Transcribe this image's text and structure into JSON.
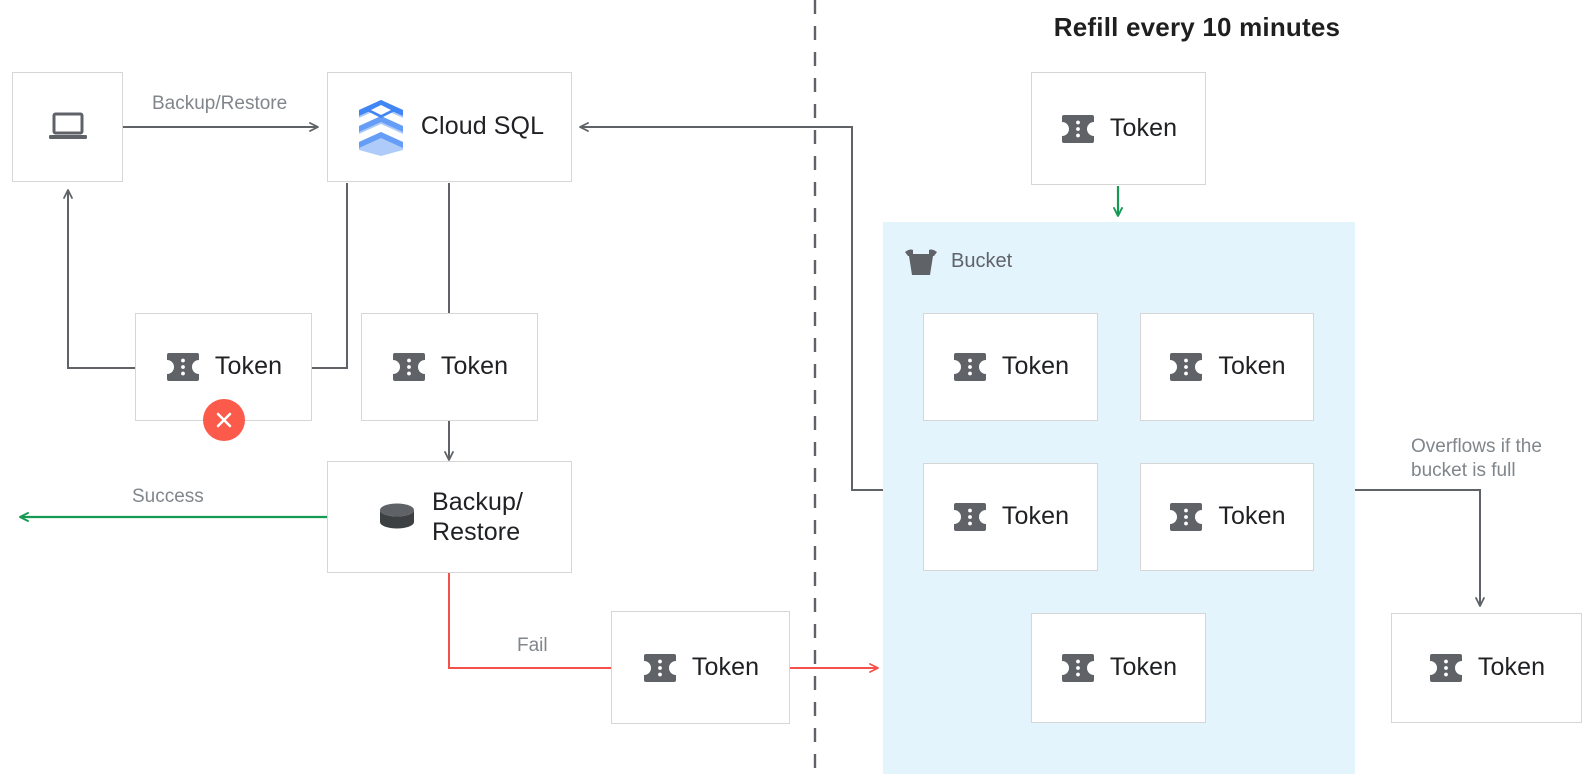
{
  "title": "Refill every 10 minutes",
  "colors": {
    "accent_blue": "#4285f4",
    "bucket_fill": "#e3f4fd",
    "success_green": "#149a53",
    "fail_red": "#f4514a",
    "badge_red": "#fc5a4b",
    "connector_gray": "#5f6368",
    "box_border": "#d6d6d6",
    "icon_gray": "#5f6368",
    "label_gray": "#80868b"
  },
  "client_side": {
    "laptop_node": {
      "icon": "laptop-icon",
      "label": ""
    },
    "cloud_sql_node": {
      "icon": "cloud-sql-icon",
      "label": "Cloud SQL"
    },
    "failed_token_node": {
      "icon": "token-icon",
      "label": "Token",
      "badge": "error-x-badge"
    },
    "consumed_token_node": {
      "icon": "token-icon",
      "label": "Token"
    },
    "backup_restore_node": {
      "icon": "database-icon",
      "label": "Backup/\nRestore"
    },
    "fail_token_node": {
      "icon": "token-icon",
      "label": "Token"
    }
  },
  "edges": {
    "backup_restore_label": "Backup/Restore",
    "success_label": "Success",
    "fail_label": "Fail",
    "overflow_label": "Overflows if the\nbucket is full"
  },
  "bucket": {
    "header_icon": "bucket-icon",
    "header_label": "Bucket",
    "tokens": [
      {
        "label": "Token",
        "icon": "token-icon"
      },
      {
        "label": "Token",
        "icon": "token-icon"
      },
      {
        "label": "Token",
        "icon": "token-icon"
      },
      {
        "label": "Token",
        "icon": "token-icon"
      },
      {
        "label": "Token",
        "icon": "token-icon"
      }
    ]
  },
  "refill": {
    "token_node": {
      "icon": "token-icon",
      "label": "Token"
    }
  },
  "overflow": {
    "token_node": {
      "icon": "token-icon",
      "label": "Token"
    }
  },
  "diagram_data": {
    "type": "diagram",
    "topic": "Token bucket rate limiting for Cloud SQL backup/restore",
    "nodes": [
      "laptop",
      "Cloud SQL",
      "Token (failed)",
      "Token (consumed)",
      "Backup/Restore",
      "Token (fail path)",
      "Bucket",
      "Token (refill)",
      "Token (overflow)",
      "Token x5 in bucket"
    ],
    "links": [
      {
        "from": "laptop",
        "to": "Cloud SQL",
        "label": "Backup/Restore",
        "color": "gray"
      },
      {
        "from": "Cloud SQL",
        "to": "Token (failed)",
        "label": "",
        "color": "gray"
      },
      {
        "from": "Token (failed)",
        "to": "laptop",
        "label": "",
        "color": "gray"
      },
      {
        "from": "Cloud SQL",
        "to": "Backup/Restore",
        "label": "",
        "color": "gray"
      },
      {
        "from": "Backup/Restore",
        "to": "Success",
        "label": "Success",
        "color": "green"
      },
      {
        "from": "Backup/Restore",
        "to": "Token (fail path)",
        "label": "Fail",
        "color": "red"
      },
      {
        "from": "Token (fail path)",
        "to": "Bucket",
        "label": "",
        "color": "red"
      },
      {
        "from": "Bucket",
        "to": "Cloud SQL",
        "label": "",
        "color": "gray"
      },
      {
        "from": "Token (refill)",
        "to": "Bucket",
        "label": "",
        "color": "green"
      },
      {
        "from": "Bucket",
        "to": "Token (overflow)",
        "label": "Overflows if the bucket is full",
        "color": "gray"
      }
    ],
    "divider": "dashed vertical boundary between client side and bucket side"
  }
}
